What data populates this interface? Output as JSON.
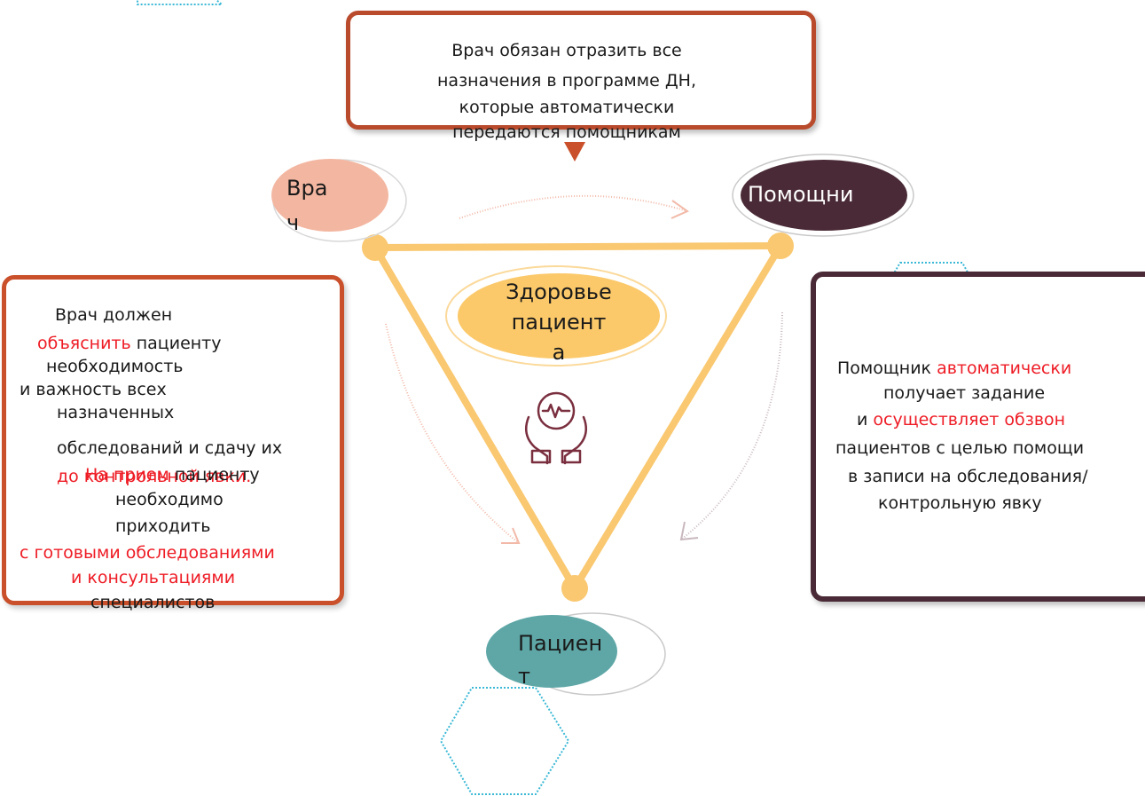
{
  "colors": {
    "doctor_node": "#f3b7a1",
    "assistant_node": "#4a2a36",
    "center_node": "#fbc96a",
    "patient_node": "#5fa7a7",
    "triangle": "#f9c870",
    "accent_red": "#ee1c25",
    "doctor_box_border": "#c9502a",
    "assistant_box_border": "#4a2a36",
    "hexagon": "#3ab8d6"
  },
  "top_box": {
    "lines": [
      "Врач обязан отразить все",
      "назначения в программе ДН,",
      "которые автоматически",
      "передаются помощникам"
    ]
  },
  "nodes": {
    "doctor": {
      "line1": "Вра",
      "line2": "ч"
    },
    "assistant": {
      "label": "Помощни"
    },
    "center": {
      "line1": "Здоровье",
      "line2": "пациент",
      "line3": "а",
      "icon": "heart-in-hands-icon"
    },
    "patient": {
      "line1": "Пациен",
      "line2": "т"
    }
  },
  "left_box": {
    "line1": "Врач должен",
    "line2_red": "объяснить",
    "line2_rest": " пациенту",
    "line3": "необходимость",
    "line4": "и важность всех",
    "line5": "назначенных",
    "line6": "обследований и сдачу их",
    "line7_red": "до контрольной явки.",
    "line8_red": "На прием",
    "line8_rest": " пациенту",
    "line9": "необходимо",
    "line10": "приходить",
    "line11_red": "с готовыми обследованиями",
    "line12_red": "и консультациями",
    "line13": "специалистов"
  },
  "right_box": {
    "line1_black": "Помощник ",
    "line1_red": "автоматически",
    "line2": "получает задание",
    "line3_black": "и ",
    "line3_red": "осуществляет обзвон",
    "line4": "пациентов с целью помощи",
    "line5": "в записи на обследования/",
    "line6": "контрольную явку"
  }
}
